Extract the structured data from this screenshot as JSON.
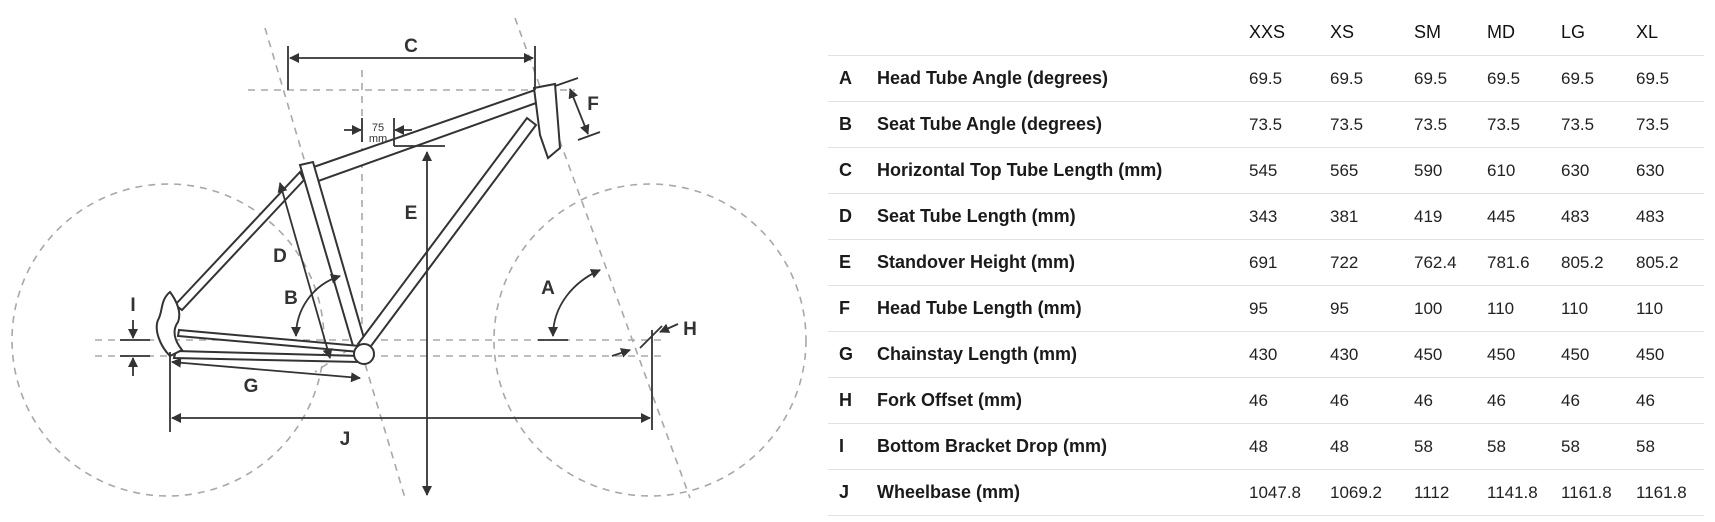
{
  "diagram": {
    "labels": {
      "A": "A",
      "B": "B",
      "C": "C",
      "D": "D",
      "E": "E",
      "F": "F",
      "G": "G",
      "H": "H",
      "I": "I",
      "J": "J"
    },
    "offset_label_num": "75",
    "offset_label_unit": "mm"
  },
  "table": {
    "sizes": [
      "XXS",
      "XS",
      "SM",
      "MD",
      "LG",
      "XL"
    ],
    "rows": [
      {
        "letter": "A",
        "name": "Head Tube Angle (degrees)",
        "values": [
          "69.5",
          "69.5",
          "69.5",
          "69.5",
          "69.5",
          "69.5"
        ]
      },
      {
        "letter": "B",
        "name": "Seat Tube Angle (degrees)",
        "values": [
          "73.5",
          "73.5",
          "73.5",
          "73.5",
          "73.5",
          "73.5"
        ]
      },
      {
        "letter": "C",
        "name": "Horizontal Top Tube Length (mm)",
        "values": [
          "545",
          "565",
          "590",
          "610",
          "630",
          "630"
        ]
      },
      {
        "letter": "D",
        "name": "Seat Tube Length (mm)",
        "values": [
          "343",
          "381",
          "419",
          "445",
          "483",
          "483"
        ]
      },
      {
        "letter": "E",
        "name": "Standover Height (mm)",
        "values": [
          "691",
          "722",
          "762.4",
          "781.6",
          "805.2",
          "805.2"
        ]
      },
      {
        "letter": "F",
        "name": "Head Tube Length (mm)",
        "values": [
          "95",
          "95",
          "100",
          "110",
          "110",
          "110"
        ]
      },
      {
        "letter": "G",
        "name": "Chainstay Length (mm)",
        "values": [
          "430",
          "430",
          "450",
          "450",
          "450",
          "450"
        ]
      },
      {
        "letter": "H",
        "name": "Fork Offset (mm)",
        "values": [
          "46",
          "46",
          "46",
          "46",
          "46",
          "46"
        ]
      },
      {
        "letter": "I",
        "name": "Bottom Bracket Drop (mm)",
        "values": [
          "48",
          "48",
          "58",
          "58",
          "58",
          "58"
        ]
      },
      {
        "letter": "J",
        "name": "Wheelbase (mm)",
        "values": [
          "1047.8",
          "1069.2",
          "1112",
          "1141.8",
          "1161.8",
          "1161.8"
        ]
      }
    ]
  }
}
